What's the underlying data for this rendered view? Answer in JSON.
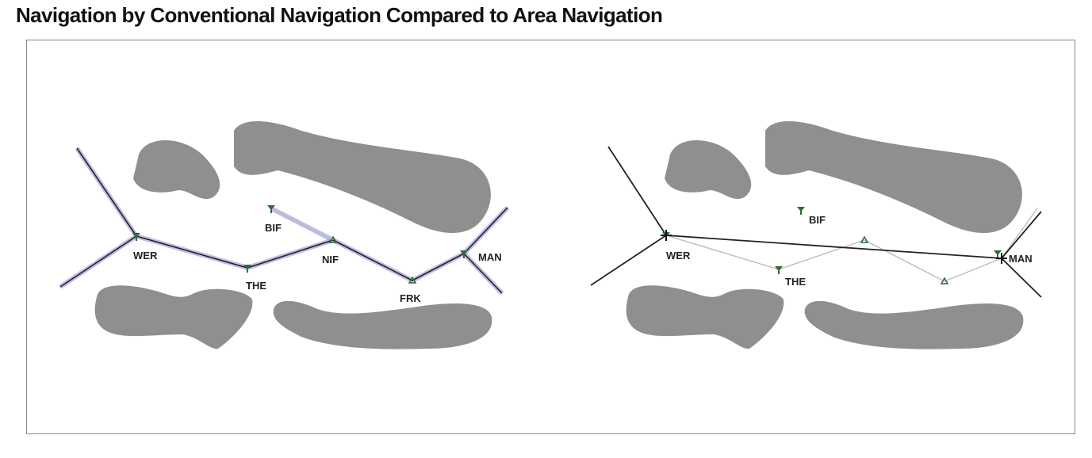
{
  "title": "Navigation by Conventional Navigation Compared to Area Navigation",
  "colors": {
    "terrain": "#8f8f8f",
    "airway_highlight": "#8c86d6",
    "route": "#222222",
    "navaid": "#2e6b3a",
    "rnav_leg": "#b8b8b8"
  },
  "left_panel": {
    "labels": {
      "wer": "WER",
      "the": "THE",
      "bif": "BIF",
      "nif": "NIF",
      "frk": "FRK",
      "man": "MAN"
    }
  },
  "right_panel": {
    "labels": {
      "wer": "WER",
      "the": "THE",
      "bif": "BIF",
      "man": "MAN"
    }
  }
}
